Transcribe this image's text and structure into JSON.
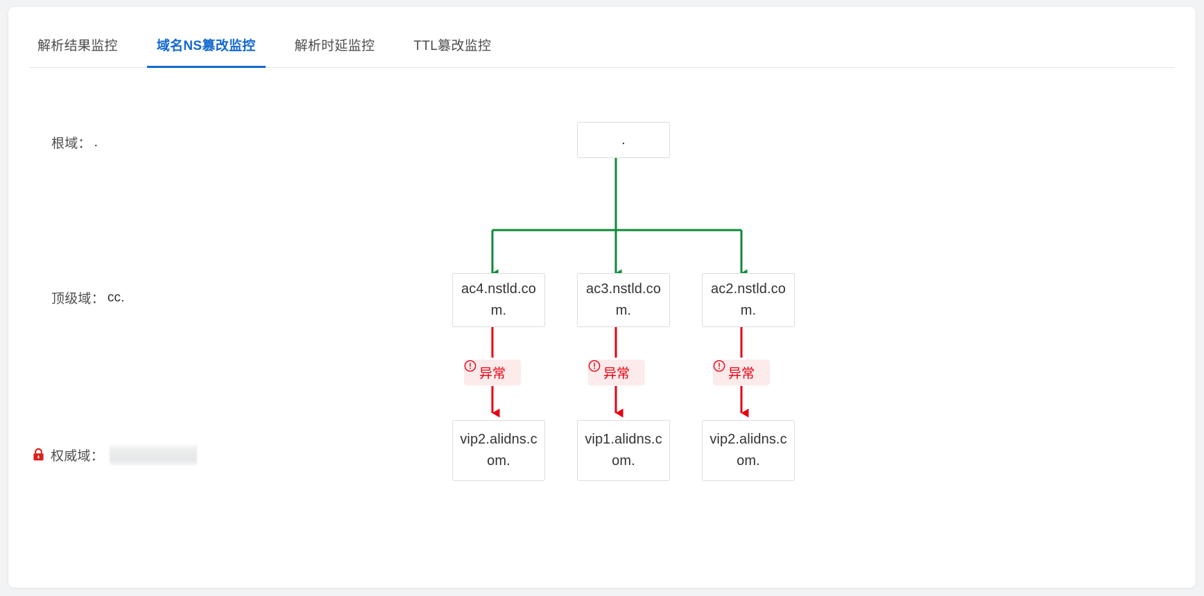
{
  "tabs": [
    {
      "label": "解析结果监控",
      "active": false
    },
    {
      "label": "域名NS篡改监控",
      "active": true
    },
    {
      "label": "解析时延监控",
      "active": false
    },
    {
      "label": "TTL篡改监控",
      "active": false
    }
  ],
  "rows": {
    "root": {
      "label": "根域：",
      "value": "."
    },
    "tld": {
      "label": "顶级域：",
      "value": "cc."
    },
    "authoritative": {
      "label": "权威域：",
      "value": "",
      "redacted": true,
      "icon": "lock-icon"
    }
  },
  "tree": {
    "root_node": {
      "text": "."
    },
    "tld_nodes": [
      {
        "text": "ac4.nstld.com."
      },
      {
        "text": "ac3.nstld.com."
      },
      {
        "text": "ac2.nstld.com."
      }
    ],
    "status_badges": [
      {
        "text": "异常",
        "icon": "exclamation-circle-icon"
      },
      {
        "text": "异常",
        "icon": "exclamation-circle-icon"
      },
      {
        "text": "异常",
        "icon": "exclamation-circle-icon"
      }
    ],
    "auth_nodes": [
      {
        "text": "vip2.alidns.com."
      },
      {
        "text": "vip1.alidns.com."
      },
      {
        "text": "vip2.alidns.com."
      }
    ]
  },
  "colors": {
    "tab_active": "#1268d0",
    "link_ok": "#0d8a38",
    "link_error": "#e60012",
    "badge_bg": "#fdeaea",
    "node_border": "#dcdcdc",
    "lock": "#d9201c"
  }
}
